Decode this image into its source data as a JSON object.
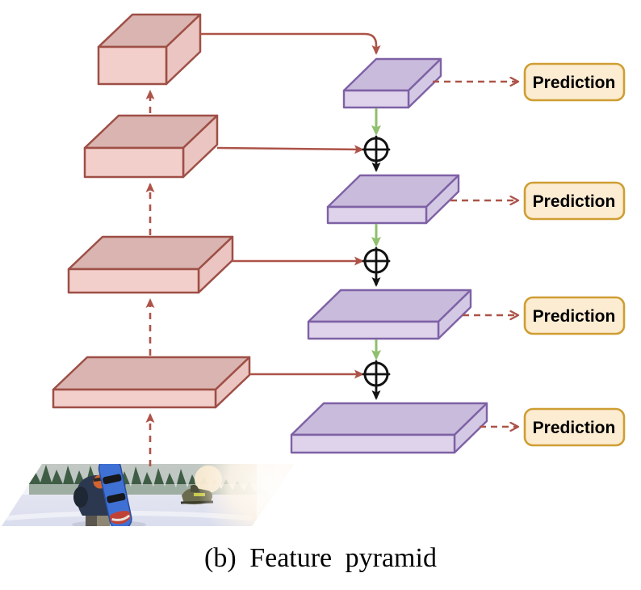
{
  "figure": {
    "caption": "(b) Feature pyramid"
  },
  "predictions": [
    {
      "label": "Prediction"
    },
    {
      "label": "Prediction"
    },
    {
      "label": "Prediction"
    },
    {
      "label": "Prediction"
    }
  ],
  "diagram": {
    "backbone_feature_maps": 4,
    "pyramid_feature_maps": 4,
    "merge_nodes": 3
  },
  "icons": {
    "add_operator_symbol": "⊕"
  },
  "colors": {
    "background": "#ffffff",
    "red_front": "#f2cfcb",
    "red_top": "#d9b4b0",
    "red_side": "#eac5c1",
    "red_stroke": "#9e4f46",
    "purple_front": "#ded3ea",
    "purple_top": "#c8bbdb",
    "purple_side": "#d4c9e4",
    "purple_stroke": "#7e61a5",
    "arrow_red": "#ad5349",
    "arrow_green": "#90bf6e",
    "arrow_black": "#121212",
    "pred_fill": "#fcecd2",
    "pred_stroke": "#cf9e33",
    "pred_text": "#000000",
    "caption_color": "#000000"
  }
}
